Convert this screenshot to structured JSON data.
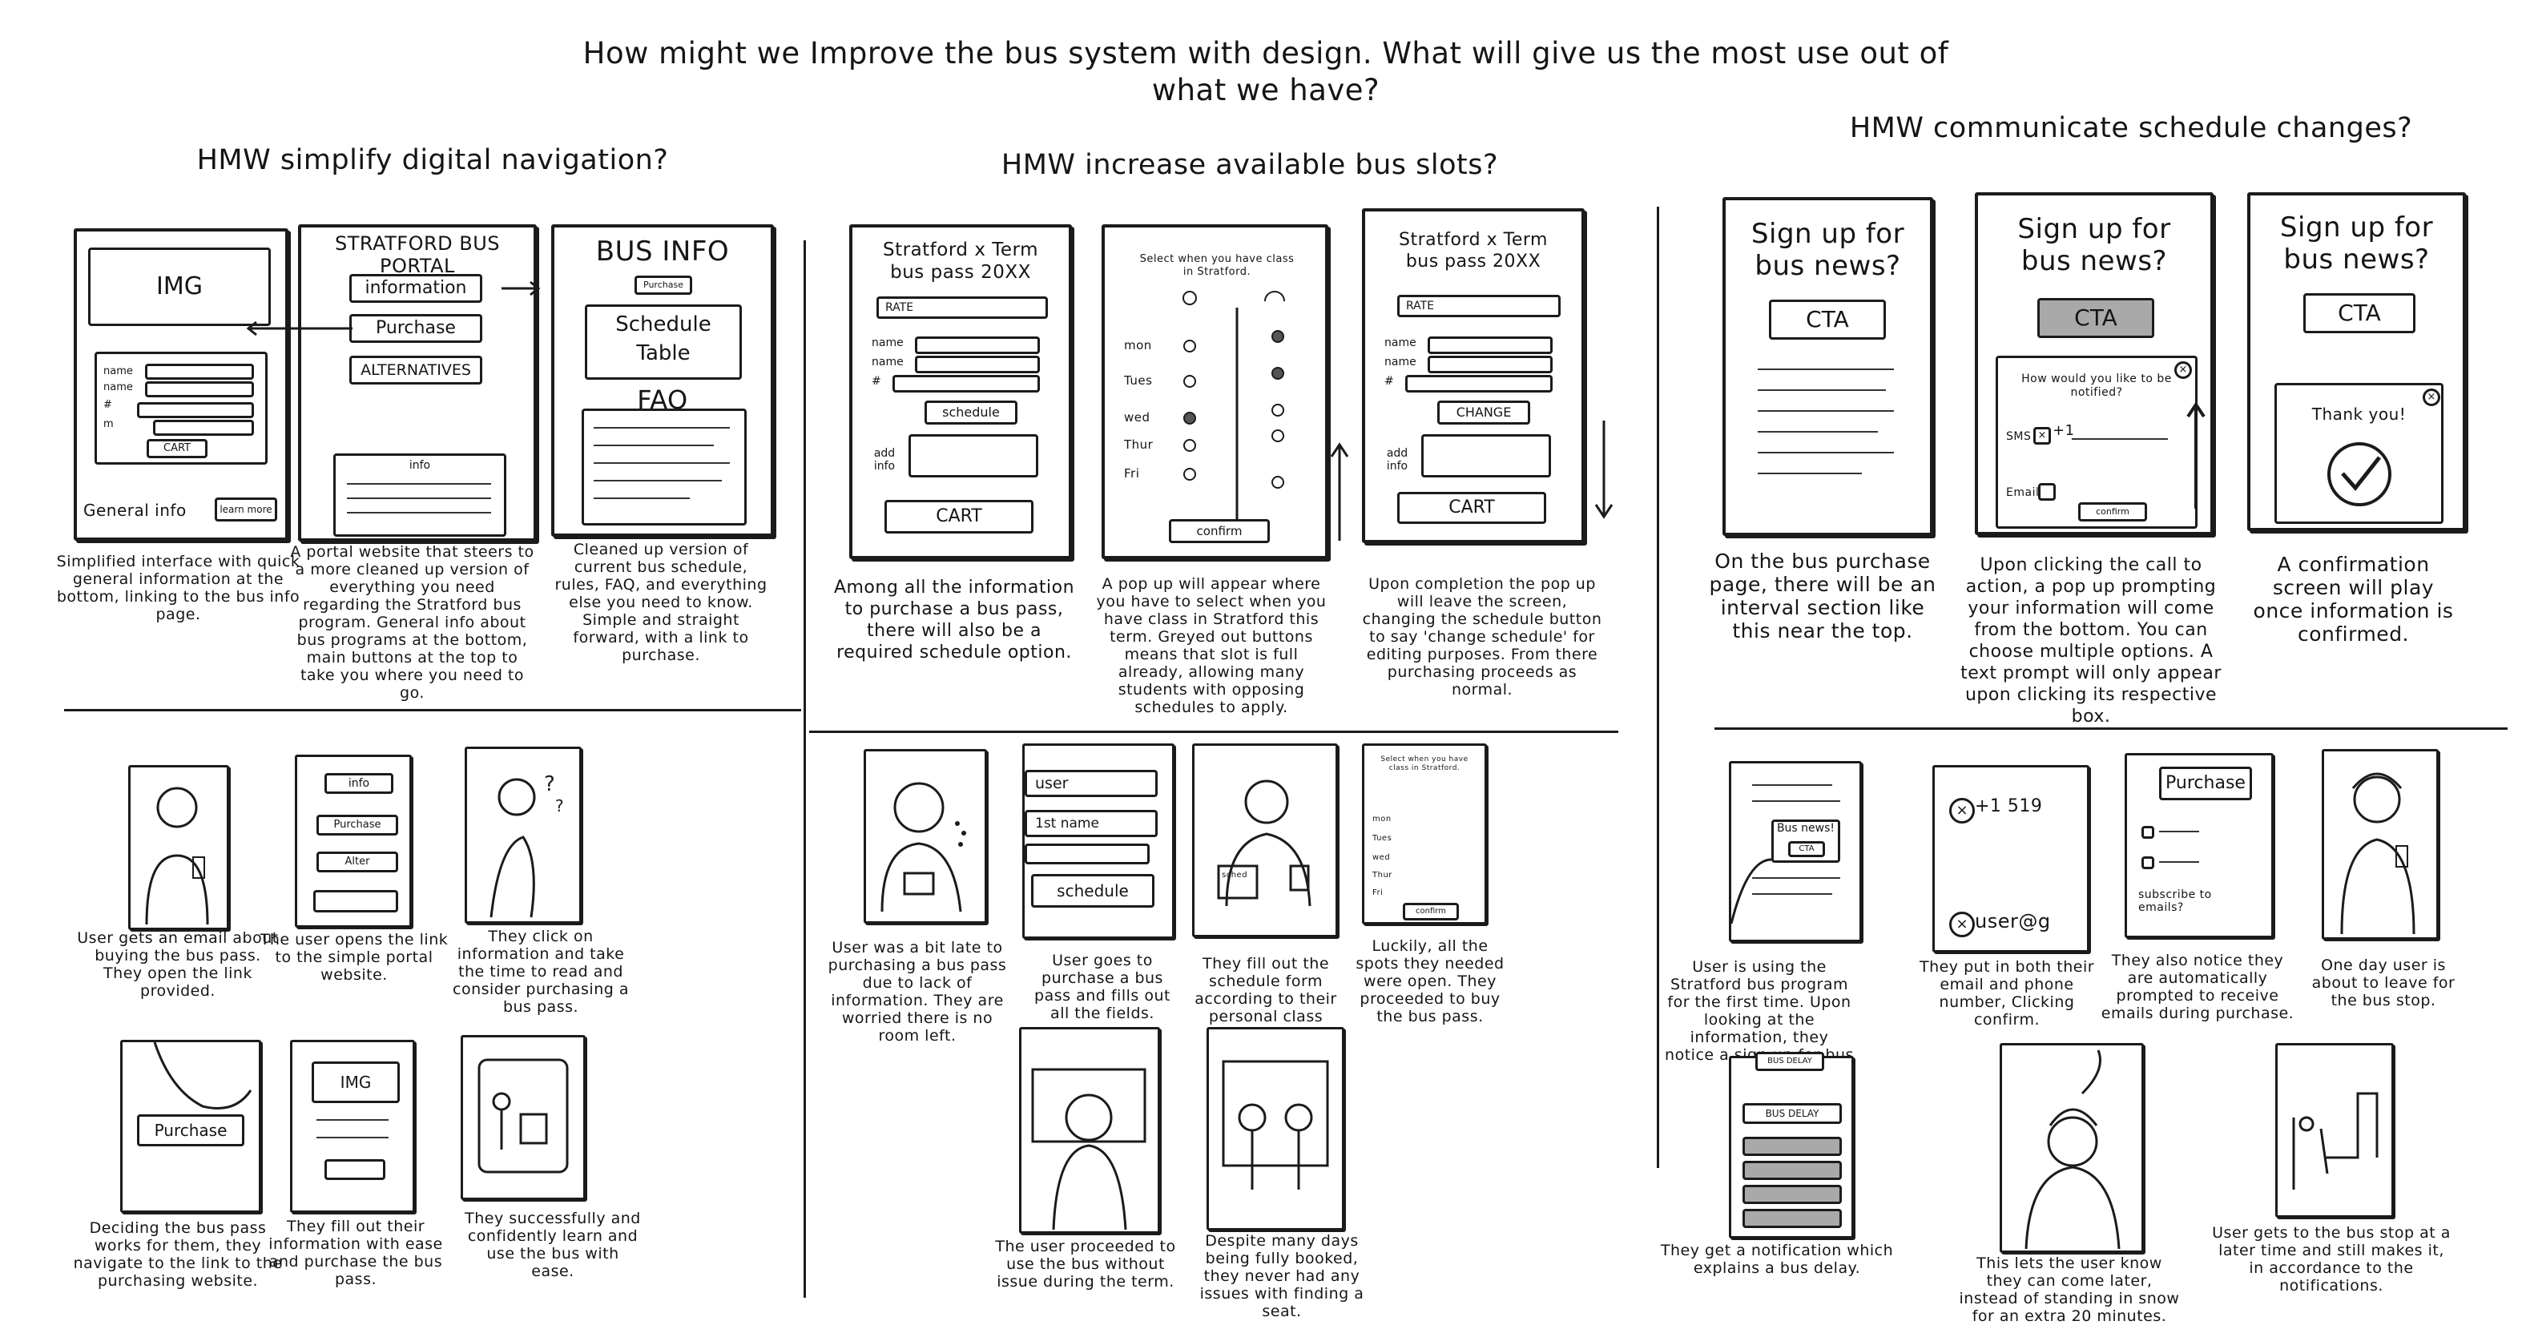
{
  "title": "How might we Improve the bus system with design. What will give us the most use out of what we have?",
  "sections": [
    {
      "heading": "HMW simplify digital navigation?",
      "screens": [
        {
          "img": "IMG",
          "form": [
            "name",
            "name",
            "#",
            "m"
          ],
          "cart": "CART",
          "footer": "General info",
          "learn_more": "learn more",
          "caption": "Simplified interface with quick general information at the bottom, linking to the bus info page."
        },
        {
          "header": "STRATFORD BUS PORTAL",
          "buttons": [
            "information",
            "Purchase",
            "ALTERNATIVES"
          ],
          "info": "info",
          "caption": "A portal website that steers to a more cleaned up version of everything you need regarding the Stratford bus program. General info about bus programs at the bottom, main buttons at the top to take you where you need to go."
        },
        {
          "header": "BUS INFO",
          "purchase": "Purchase",
          "schedule": "Schedule Table",
          "faq": "FAQ",
          "caption": "Cleaned up version of current bus schedule, rules, FAQ, and everything else you need to know. Simple and straight forward, with a link to purchase."
        }
      ],
      "story": [
        {
          "caption": "User gets an email about buying the bus pass. They open the link provided."
        },
        {
          "labels": [
            "info",
            "Purchase",
            "Alter"
          ],
          "caption": "The user opens the link to the simple portal website."
        },
        {
          "caption": "They click on information and take the time to read and consider purchasing a bus pass."
        },
        {
          "label": "Purchase",
          "caption": "Deciding the bus pass works for them, they navigate to the link to the purchasing website."
        },
        {
          "label": "IMG",
          "caption": "They fill out their information with ease and purchase the bus pass."
        },
        {
          "caption": "They successfully and confidently learn and use the bus with ease."
        }
      ]
    },
    {
      "heading": "HMW increase available bus slots?",
      "screens": [
        {
          "header": "Stratford x Term bus pass 20XX",
          "rate": "RATE",
          "fields": [
            "name",
            "name",
            "#"
          ],
          "schedule": "schedule",
          "add_info": "add info",
          "cart": "CART",
          "caption": "Among all the information to purchase a bus pass, there will also be a required schedule option."
        },
        {
          "header": "Select when you have class in Stratford.",
          "days": [
            "mon",
            "Tues",
            "wed",
            "Thur",
            "Fri"
          ],
          "confirm": "confirm",
          "caption": "A pop up will appear where you have to select when you have class in Stratford this term. Greyed out buttons means that slot is full already, allowing many students with opposing schedules to apply."
        },
        {
          "header": "Stratford x Term bus pass 20XX",
          "rate": "RATE",
          "fields": [
            "name",
            "name",
            "#"
          ],
          "change": "CHANGE",
          "add_info": "add info",
          "cart": "CART",
          "caption": "Upon completion the pop up will leave the screen, changing the schedule button to say 'change schedule' for editing purposes. From there purchasing proceeds as normal."
        }
      ],
      "story": [
        {
          "caption": "User was a bit late to purchasing a bus pass due to lack of information. They are worried there is no room left."
        },
        {
          "labels": [
            "user",
            "1st name",
            "schedule"
          ],
          "caption": "User goes to purchase a bus pass and fills out all the fields."
        },
        {
          "label": "sched",
          "caption": "They fill out the schedule form according to their personal class schedule."
        },
        {
          "header": "Select when you have class in Stratford.",
          "days": [
            "mon",
            "Tues",
            "wed",
            "Thur",
            "Fri"
          ],
          "confirm": "confirm",
          "caption": "Luckily, all the spots they needed were open. They proceeded to buy the bus pass."
        },
        {
          "caption": "The user proceeded to use the bus without issue during the term."
        },
        {
          "caption": "Despite many days being fully booked, they never had any issues with finding a seat."
        }
      ]
    },
    {
      "heading": "HMW communicate schedule changes?",
      "screens": [
        {
          "header": "Sign up for bus news?",
          "cta": "CTA",
          "caption": "On the bus purchase page, there will be an interval section like this near the top."
        },
        {
          "header": "Sign up for bus news?",
          "cta": "CTA",
          "popup_title": "How would you like to be notified?",
          "sms": "SMS",
          "sms_value": "+1",
          "email": "Email",
          "confirm": "confirm",
          "caption": "Upon clicking the call to action, a pop up prompting your information will come from the bottom. You can choose multiple options. A text prompt will only appear upon clicking its respective box."
        },
        {
          "header": "Sign up for bus news?",
          "cta": "CTA",
          "thank_you": "Thank you!",
          "caption": "A confirmation screen will play once information is confirmed."
        }
      ],
      "story": [
        {
          "labels": [
            "Bus news!",
            "CTA"
          ],
          "caption": "User is using the Stratford bus program for the first time. Upon looking at the information, they notice a sign up for bus news."
        },
        {
          "labels": [
            "+1 519",
            "user@g"
          ],
          "caption": "They put in both their email and phone number, Clicking confirm."
        },
        {
          "labels": [
            "Purchase",
            "subscribe to emails?"
          ],
          "caption": "They also notice they are automatically prompted to receive emails during purchase."
        },
        {
          "caption": "One day user is about to leave for the bus stop."
        },
        {
          "labels": [
            "BUS DELAY",
            "BUS DELAY"
          ],
          "caption": "They get a notification which explains a bus delay."
        },
        {
          "caption": "This lets the user know they can come later, instead of standing in snow for an extra 20 minutes."
        },
        {
          "caption": "User gets to the bus stop at a later time and still makes it, in accordance to the notifications."
        }
      ]
    }
  ]
}
